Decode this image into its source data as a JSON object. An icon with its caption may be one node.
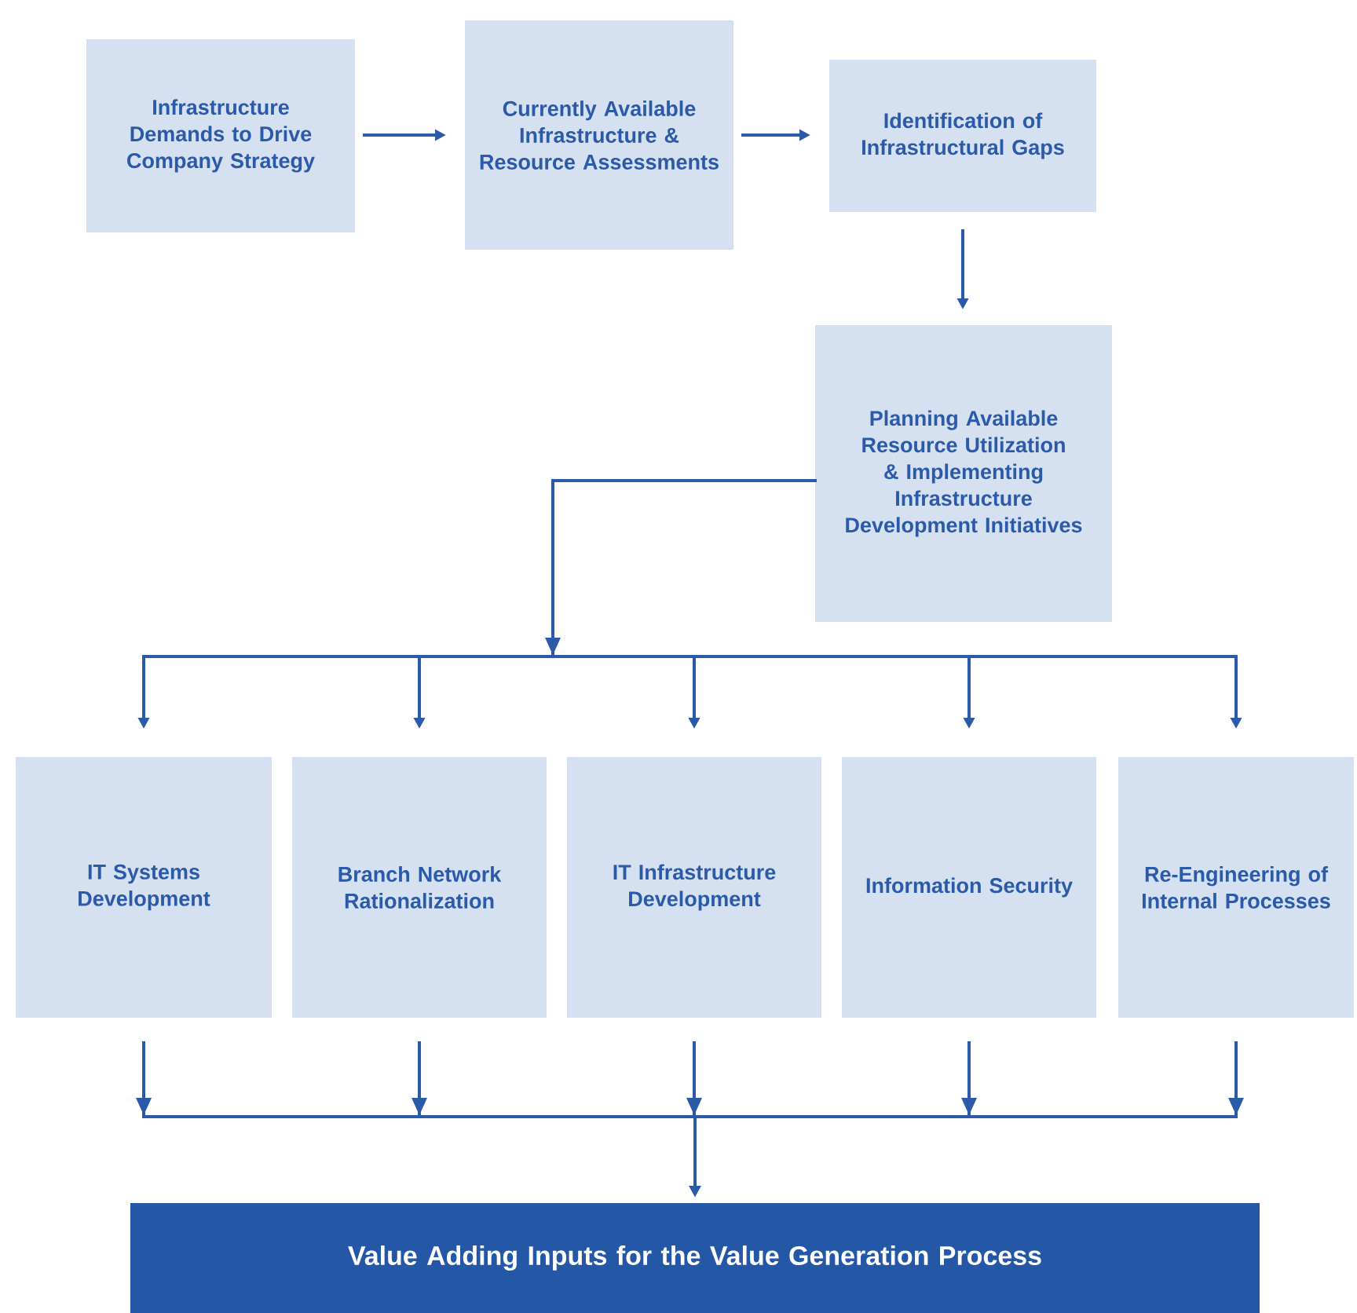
{
  "diagram": {
    "nodes": [
      {
        "text": [
          "Infrastructure Demands to Drive Company Strategy"
        ]
      },
      {
        "text": [
          "Currently Available Infrastructure & Resource Assessments"
        ]
      },
      {
        "text": [
          "Identification of Infrastructural Gaps"
        ]
      },
      {
        "text": [
          "Planning Available Resource Utilization & Implementing Infrastructure Development Initiatives"
        ]
      },
      {
        "text": [
          "IT Systems Development"
        ]
      },
      {
        "text": [
          "Branch Network Rationalization"
        ]
      },
      {
        "text": [
          "IT Infrastructure Development"
        ]
      },
      {
        "text": [
          "Information Security"
        ]
      },
      {
        "text": [
          "Re-Engineering of Internal Processes"
        ]
      },
      {
        "text": [
          "Value Adding Inputs for the Value Generation Process"
        ]
      }
    ],
    "edges": [
      {
        "from": 0,
        "to": 1,
        "arrow": "to"
      },
      {
        "from": 1,
        "to": 2,
        "arrow": "to"
      },
      {
        "from": 2,
        "to": 3,
        "arrow": "to"
      },
      {
        "from": 3,
        "to": 4,
        "arrow": "to"
      },
      {
        "from": 3,
        "to": 5,
        "arrow": "to"
      },
      {
        "from": 3,
        "to": 6,
        "arrow": "to"
      },
      {
        "from": 3,
        "to": 7,
        "arrow": "to"
      },
      {
        "from": 3,
        "to": 8,
        "arrow": "to"
      },
      {
        "from": 4,
        "to": 9,
        "arrow": "to"
      },
      {
        "from": 5,
        "to": 9,
        "arrow": "to"
      },
      {
        "from": 6,
        "to": 9,
        "arrow": "to"
      },
      {
        "from": 7,
        "to": 9,
        "arrow": "to"
      },
      {
        "from": 8,
        "to": 9,
        "arrow": "to"
      }
    ]
  }
}
